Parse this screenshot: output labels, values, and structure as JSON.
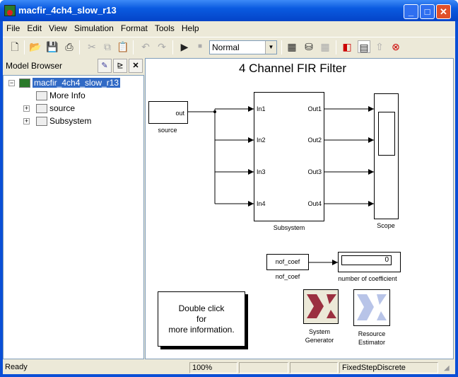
{
  "window": {
    "title": "macfir_4ch4_slow_r13",
    "buttons": [
      "_",
      "□",
      "✕"
    ]
  },
  "menu": [
    "File",
    "Edit",
    "View",
    "Simulation",
    "Format",
    "Tools",
    "Help"
  ],
  "toolbar": {
    "mode": "Normal",
    "icons": [
      "new-icon",
      "open-icon",
      "save-icon",
      "print-icon",
      "cut-icon",
      "copy-icon",
      "paste-icon",
      "undo-icon",
      "redo-icon",
      "play-icon",
      "stop-icon",
      "build-icon",
      "update-icon",
      "refresh-icon",
      "library-icon",
      "model-browser-icon",
      "parent-icon",
      "debug-icon"
    ]
  },
  "browser": {
    "title": "Model Browser",
    "root": "macfir_4ch4_slow_r13",
    "items": [
      "More Info",
      "source",
      "Subsystem"
    ]
  },
  "diagram": {
    "title": "4 Channel FIR Filter",
    "source": {
      "port": "out",
      "label": "source"
    },
    "subsystem": {
      "inputs": [
        "In1",
        "In2",
        "In3",
        "In4"
      ],
      "outputs": [
        "Out1",
        "Out2",
        "Out3",
        "Out4"
      ],
      "label": "Subsystem"
    },
    "scope": {
      "label": "Scope"
    },
    "nof": {
      "text": "nof_coef",
      "label": "nof_coef"
    },
    "display": {
      "value": "0",
      "label": "number of coefficient"
    },
    "note": [
      "Double click",
      "for",
      "more information."
    ],
    "sysgen": {
      "label1": "System",
      "label2": "Generator",
      "color": "#9b3040"
    },
    "resest": {
      "label1": "Resource",
      "label2": "Estimator",
      "color": "#b8c4e8"
    }
  },
  "status": {
    "state": "Ready",
    "zoom": "100%",
    "solver": "FixedStepDiscrete"
  }
}
